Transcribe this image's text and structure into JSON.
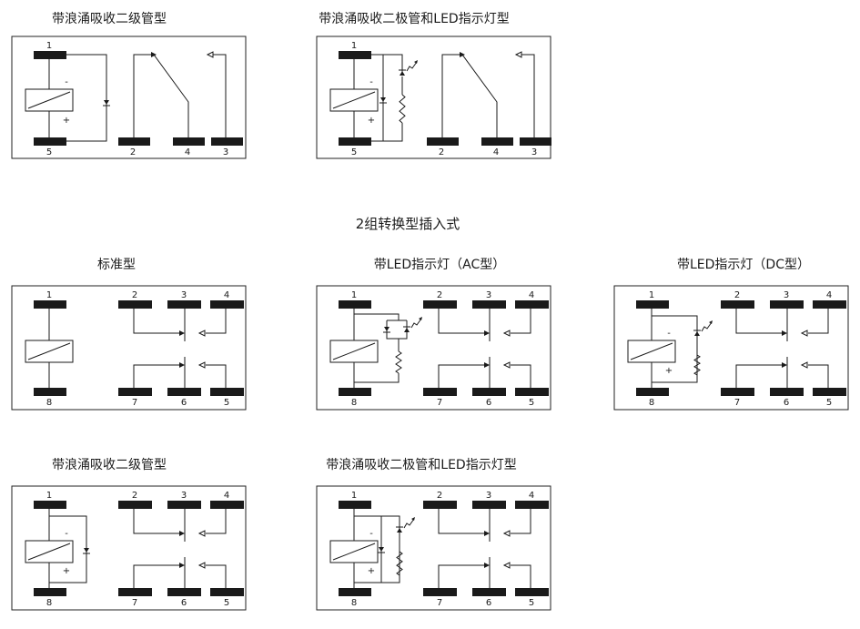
{
  "section_title": "2组转换型插入式",
  "panels": {
    "p1": {
      "title": "带浪涌吸收二级管型",
      "pins": {
        "top": "1",
        "bottom": "5",
        "com": "2",
        "no": "4",
        "nc": "3"
      },
      "minus": "-",
      "plus": "+"
    },
    "p2": {
      "title": "带浪涌吸收二极管和LED指示灯型",
      "pins": {
        "top": "1",
        "bottom": "5",
        "com": "2",
        "no": "4",
        "nc": "3"
      },
      "minus": "-",
      "plus": "+"
    },
    "p3": {
      "title": "标准型",
      "pins": {
        "top": "1",
        "bottom": "8",
        "c1": "2",
        "c2": "3",
        "c3": "4",
        "c4": "7",
        "c5": "6",
        "c6": "5"
      }
    },
    "p4": {
      "title": "带LED指示灯（AC型）",
      "pins": {
        "top": "1",
        "bottom": "8",
        "c1": "2",
        "c2": "3",
        "c3": "4",
        "c4": "7",
        "c5": "6",
        "c6": "5"
      }
    },
    "p5": {
      "title": "带LED指示灯（DC型）",
      "pins": {
        "top": "1",
        "bottom": "8",
        "c1": "2",
        "c2": "3",
        "c3": "4",
        "c4": "7",
        "c5": "6",
        "c6": "5"
      },
      "minus": "-",
      "plus": "+"
    },
    "p6": {
      "title": "带浪涌吸收二级管型",
      "pins": {
        "top": "1",
        "bottom": "8",
        "c1": "2",
        "c2": "3",
        "c3": "4",
        "c4": "7",
        "c5": "6",
        "c6": "5"
      },
      "minus": "-",
      "plus": "+"
    },
    "p7": {
      "title": "带浪涌吸收二极管和LED指示灯型",
      "pins": {
        "top": "1",
        "bottom": "8",
        "c1": "2",
        "c2": "3",
        "c3": "4",
        "c4": "7",
        "c5": "6",
        "c6": "5"
      },
      "minus": "-",
      "plus": "+"
    }
  }
}
